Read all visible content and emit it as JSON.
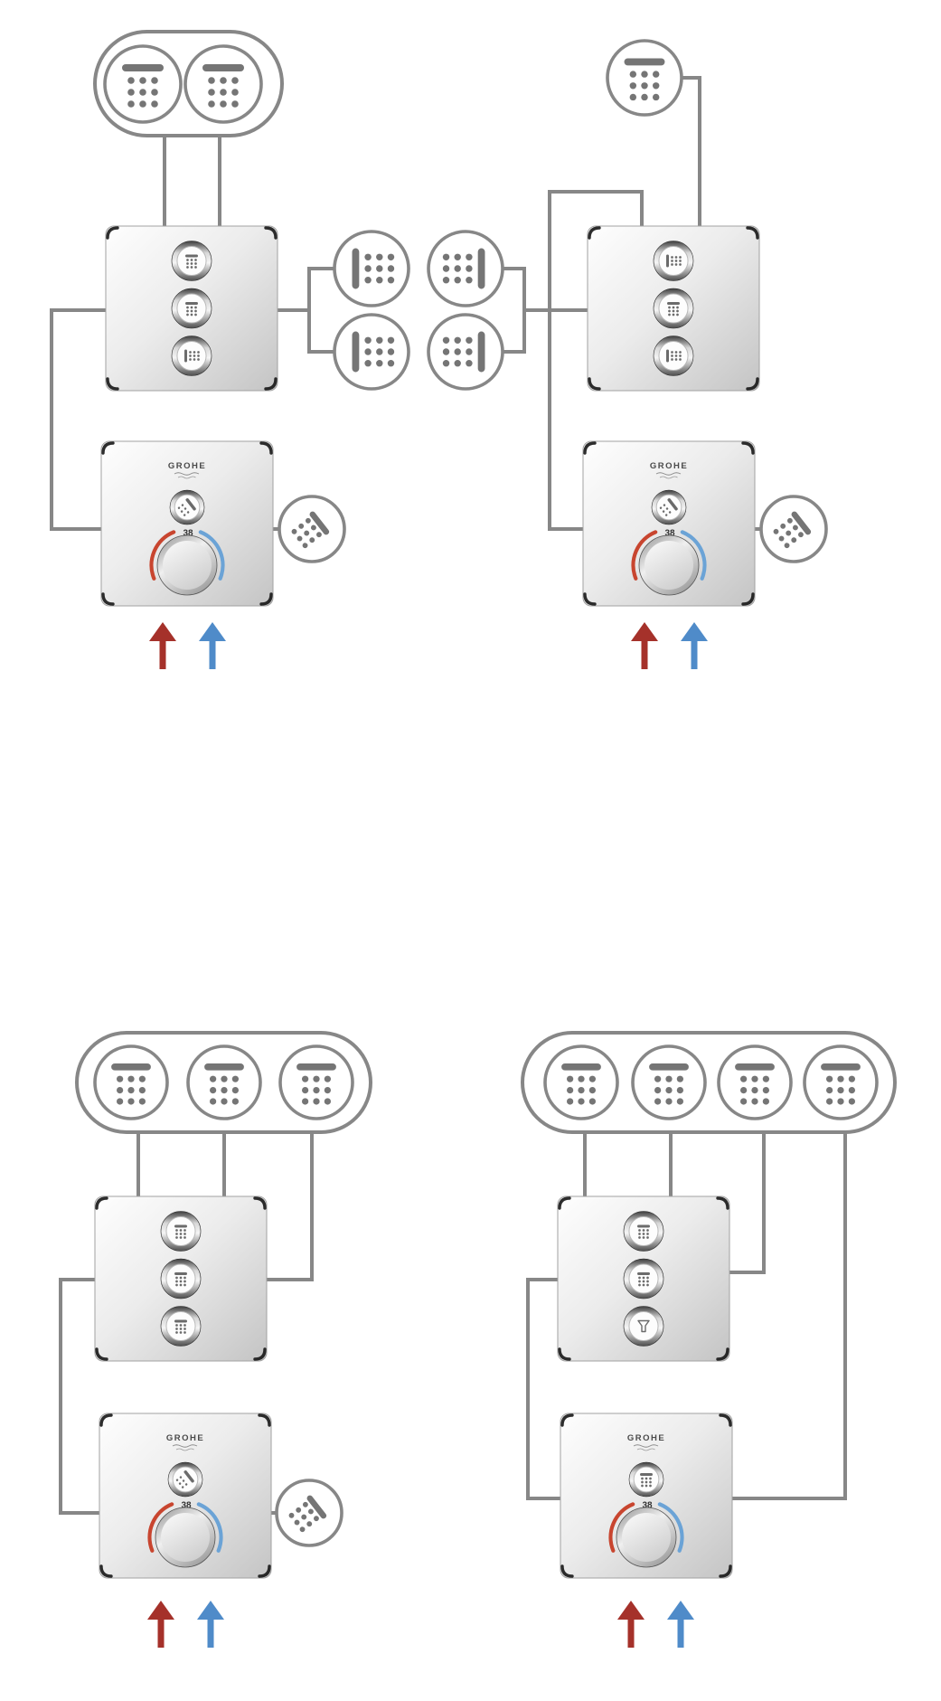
{
  "title": "GROHE SmartControl concealed shower installation configurations",
  "labels": {
    "brand": "GROHE",
    "temperature": "38"
  },
  "colors": {
    "background": "#ffffff",
    "pipe": "#878787",
    "outline": "#878787",
    "icon": "#757575",
    "button_icon": "#6b6b6b",
    "hot_arrow": "#a5312a",
    "cold_arrow": "#4f8bc9",
    "hot_arc": "#c8452f",
    "cold_arc": "#6ba3d6",
    "brand_text": "#4a4a4a",
    "temp_text": "#333333"
  },
  "diagrams": [
    {
      "position": "top-left",
      "head_showers": 2,
      "side_sprays": 2,
      "hand_shower": true,
      "tub_spout": false,
      "valve_buttons": [
        "head-shower",
        "head-shower",
        "side-spray"
      ],
      "thermostat_button": "hand-shower",
      "supply_arrows": [
        "hot",
        "cold"
      ]
    },
    {
      "position": "top-right",
      "head_showers": 1,
      "side_sprays": 2,
      "hand_shower": true,
      "tub_spout": false,
      "valve_buttons": [
        "side-spray",
        "head-shower",
        "side-spray"
      ],
      "thermostat_button": "hand-shower",
      "supply_arrows": [
        "hot",
        "cold"
      ]
    },
    {
      "position": "bottom-left",
      "head_showers": 3,
      "side_sprays": 0,
      "hand_shower": true,
      "tub_spout": false,
      "valve_buttons": [
        "head-shower",
        "head-shower",
        "head-shower"
      ],
      "thermostat_button": "hand-shower",
      "supply_arrows": [
        "hot",
        "cold"
      ]
    },
    {
      "position": "bottom-right",
      "head_showers": 4,
      "side_sprays": 0,
      "hand_shower": false,
      "tub_spout": true,
      "valve_buttons": [
        "head-shower",
        "head-shower",
        "tub-spout"
      ],
      "thermostat_button": "head-shower",
      "supply_arrows": [
        "hot",
        "cold"
      ]
    }
  ]
}
